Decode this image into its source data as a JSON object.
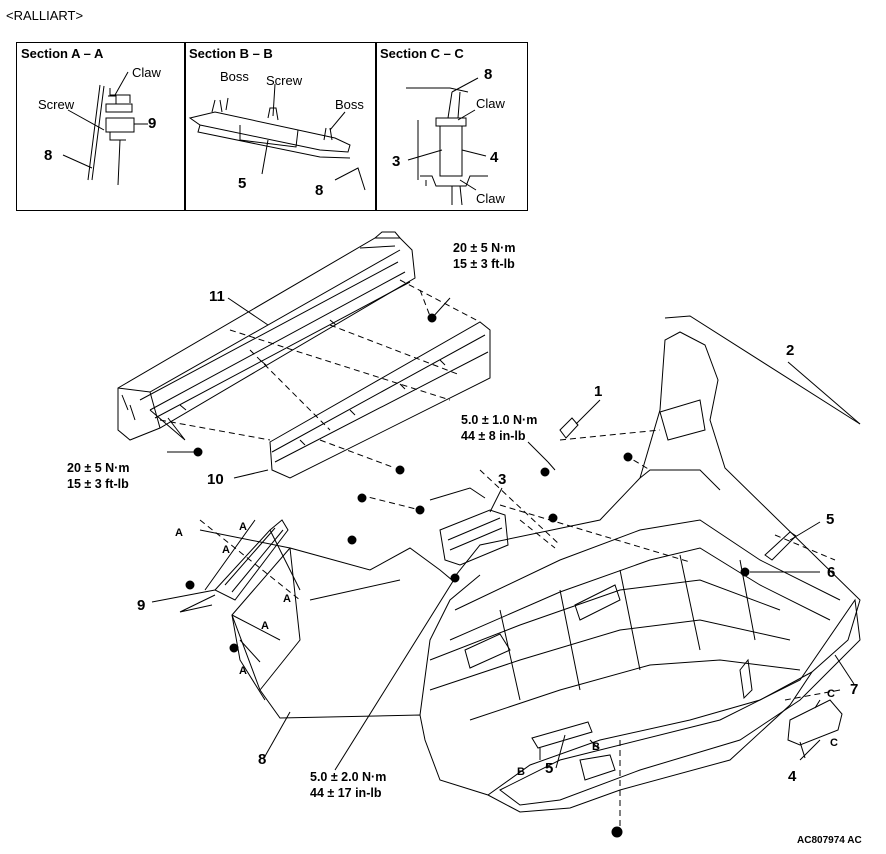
{
  "header": {
    "variant": "<RALLIART>"
  },
  "sections": [
    {
      "title": "Section A – A",
      "labels": {
        "claw": "Claw",
        "screw": "Screw",
        "n9": "9",
        "n8": "8"
      }
    },
    {
      "title": "Section B – B",
      "labels": {
        "boss_left": "Boss",
        "screw": "Screw",
        "boss_right": "Boss",
        "n5": "5",
        "n8": "8"
      }
    },
    {
      "title": "Section C – C",
      "labels": {
        "n8": "8",
        "claw_top": "Claw",
        "n3": "3",
        "n4": "4",
        "claw_bottom": "Claw"
      }
    }
  ],
  "torque_specs": {
    "top_right": {
      "nm": "20 ± 5 N·m",
      "ftlb": "15 ± 3 ft-lb"
    },
    "left": {
      "nm": "20 ± 5 N·m",
      "ftlb": "15 ± 3 ft-lb"
    },
    "clip": {
      "nm": "5.0 ± 1.0 N·m",
      "inlb": "44 ± 8 in-lb"
    },
    "bottom": {
      "nm": "5.0 ± 2.0 N·m",
      "inlb": "44 ± 17 in-lb"
    }
  },
  "callouts": {
    "c1": "1",
    "c2": "2",
    "c3": "3",
    "c4": "4",
    "c5a": "5",
    "c5b": "5",
    "c6": "6",
    "c7": "7",
    "c8": "8",
    "c9": "9",
    "c10": "10",
    "c11": "11"
  },
  "section_refs": {
    "a1": "A",
    "a2": "A",
    "a3": "A",
    "a4": "A",
    "a5": "A",
    "a6": "A",
    "b1": "B",
    "b2": "B",
    "c1": "C",
    "c2": "C"
  },
  "figure_id": "AC807974 AC"
}
